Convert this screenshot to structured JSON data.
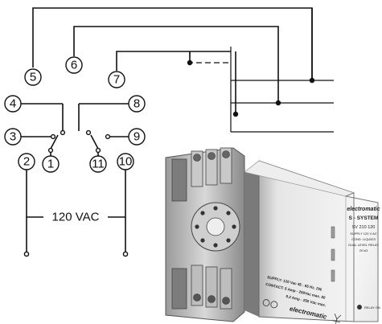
{
  "diagram": {
    "terminals": [
      {
        "id": "t5",
        "label": "5"
      },
      {
        "id": "t6",
        "label": "6"
      },
      {
        "id": "t7",
        "label": "7"
      },
      {
        "id": "t4",
        "label": "4"
      },
      {
        "id": "t8",
        "label": "8"
      },
      {
        "id": "t3",
        "label": "3"
      },
      {
        "id": "t9",
        "label": "9"
      },
      {
        "id": "t2",
        "label": "2"
      },
      {
        "id": "t10",
        "label": "10"
      },
      {
        "id": "t1",
        "label": "1"
      },
      {
        "id": "t11",
        "label": "11"
      }
    ],
    "supply_label": "120 VAC"
  },
  "product": {
    "brand": "electromatic",
    "series": "S - SYSTEM",
    "model": "SV 210  120",
    "lines": [
      "SUPPLY 120 V AC",
      "COND. LIQUIDS",
      "DUAL LEVEL RELAY",
      "20 kΩ"
    ],
    "supply_spec": "SUPPLY:  120 Vac   45 - 65 Hz.   2W.",
    "contact_spec": "CONTACT:  5 Amp - 250Vac  max. 50",
    "contact_spec2": "0.2 Amp - 250 Vdc  max.",
    "brand_bottom": "electromatic",
    "relay_on": "RELAY ON"
  }
}
